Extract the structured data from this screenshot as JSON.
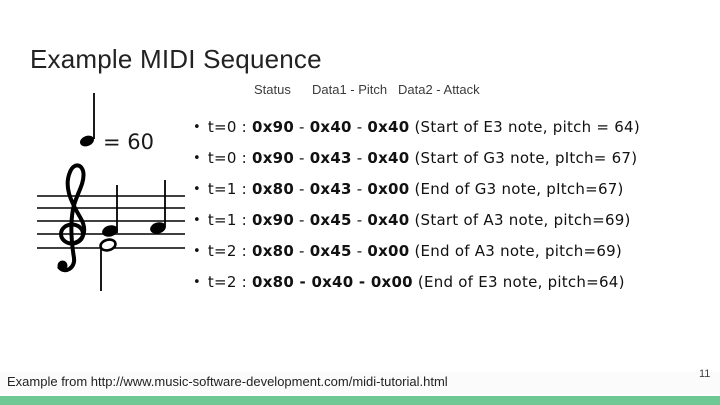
{
  "slide": {
    "title": "Example MIDI Sequence",
    "footer": "Example from http://www.music-software-development.com/midi-tutorial.html",
    "page_number": "11"
  },
  "table_header": {
    "status": "Status",
    "data1": "Data1 - Pitch",
    "data2": "Data2 - Attack"
  },
  "music_figure": {
    "tempo_label": "= 60",
    "description": "treble-clef staff with chord (E3/G3) and A3 note, quarter-note = 60 tempo mark"
  },
  "separator": " - ",
  "bullet_glyph": "•",
  "bullets": [
    {
      "prefix": "t=0 : ",
      "status": "0x90",
      "data1": "0x40",
      "data2": "0x40",
      "comment": " (Start of E3 note, pitch = 64)",
      "bold_separators": false
    },
    {
      "prefix": "t=0 : ",
      "status": "0x90",
      "data1": "0x43",
      "data2": "0x40",
      "comment": " (Start of G3 note, pItch= 67)",
      "bold_separators": false
    },
    {
      "prefix": "t=1 : ",
      "status": "0x80",
      "data1": "0x43",
      "data2": "0x00",
      "comment": " (End of G3 note, pItch=67)",
      "bold_separators": false
    },
    {
      "prefix": "t=1 : ",
      "status": "0x90",
      "data1": "0x45",
      "data2": "0x40",
      "comment": " (Start of A3 note, pitch=69)",
      "bold_separators": false
    },
    {
      "prefix": "t=2 : ",
      "status": "0x80",
      "data1": "0x45",
      "data2": "0x00",
      "comment": " (End of A3 note, pitch=69)",
      "bold_separators": false
    },
    {
      "prefix": "t=2 : ",
      "status": "0x80",
      "data1": "0x40",
      "data2": "0x00",
      "comment": " (End of E3 note, pitch=64)",
      "bold_separators": true
    }
  ],
  "colors": {
    "accent_bar": "#6ec893",
    "text": "#111111"
  }
}
